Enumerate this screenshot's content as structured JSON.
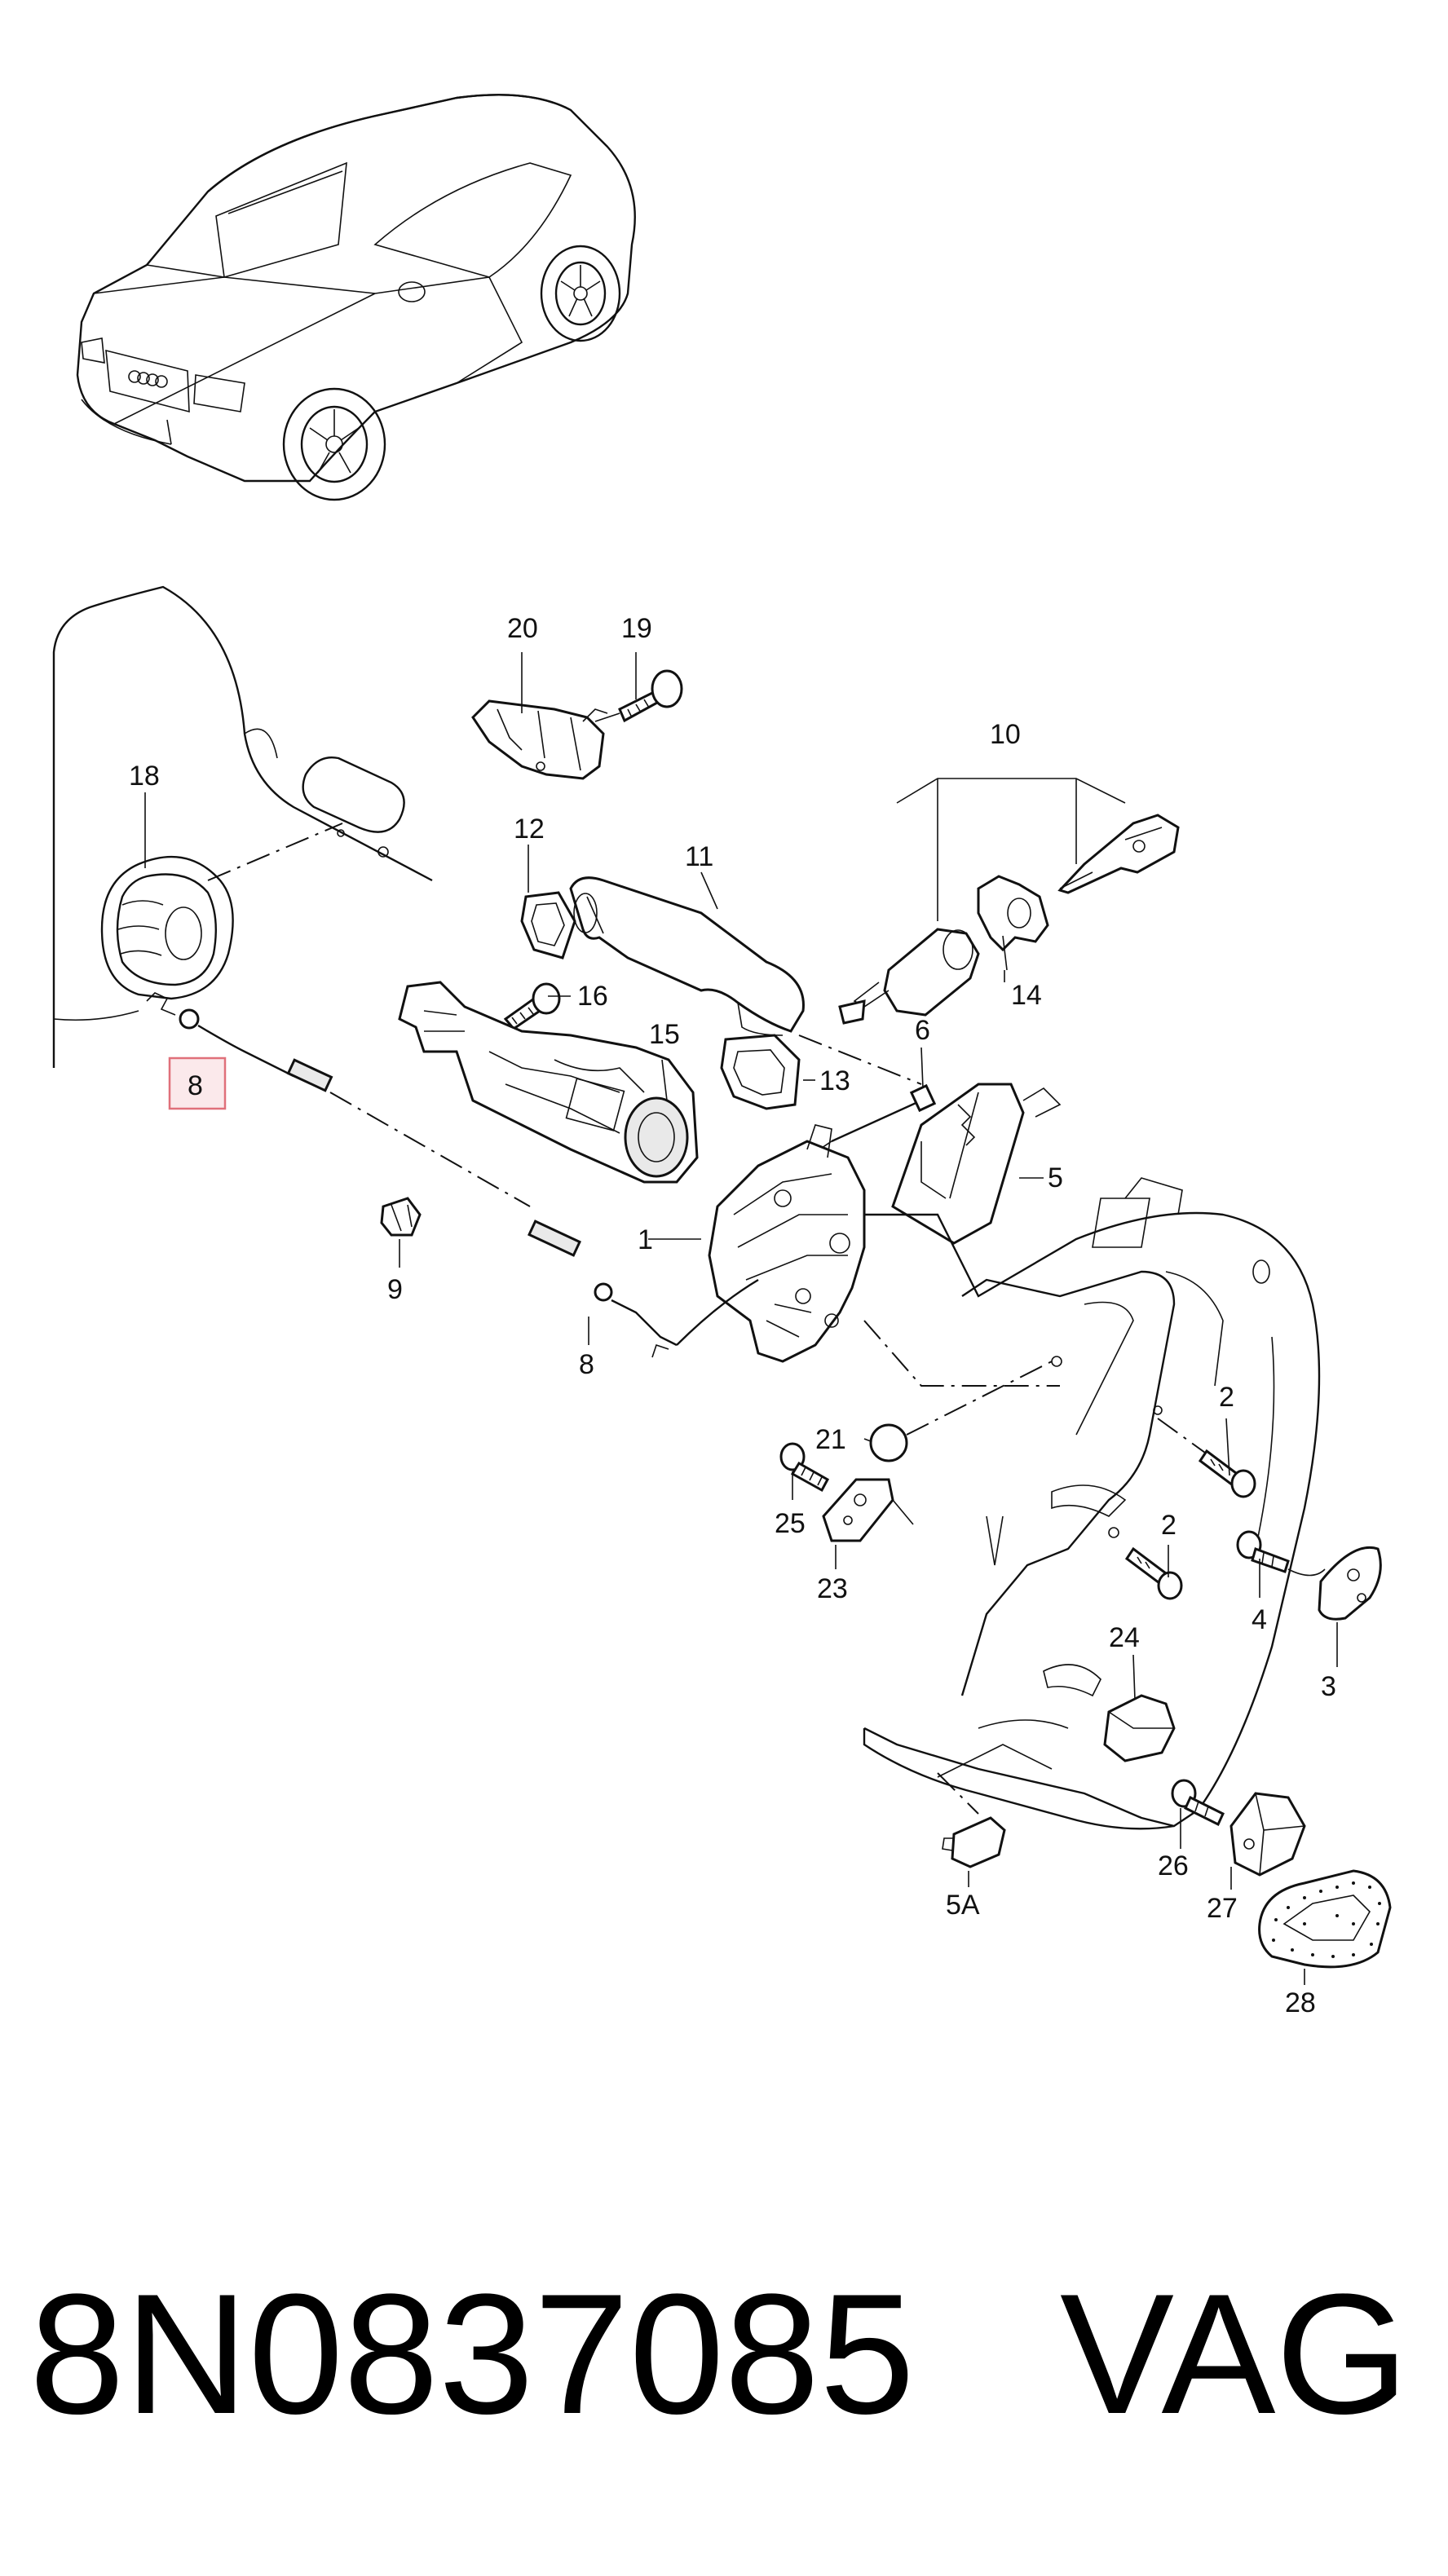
{
  "diagram": {
    "callouts": [
      "20",
      "19",
      "18",
      "12",
      "11",
      "10",
      "16",
      "15",
      "14",
      "6",
      "13",
      "5",
      "1",
      "9",
      "8",
      "21",
      "2",
      "25",
      "23",
      "4",
      "3",
      "24",
      "26",
      "27",
      "28",
      "5A"
    ],
    "highlighted_callout": "8"
  },
  "footer": {
    "part_number": "8N0837085",
    "brand": "VAG"
  },
  "colors": {
    "highlight_border": "#e0707a",
    "highlight_fill": "#fbe9eb",
    "line": "#111111"
  }
}
